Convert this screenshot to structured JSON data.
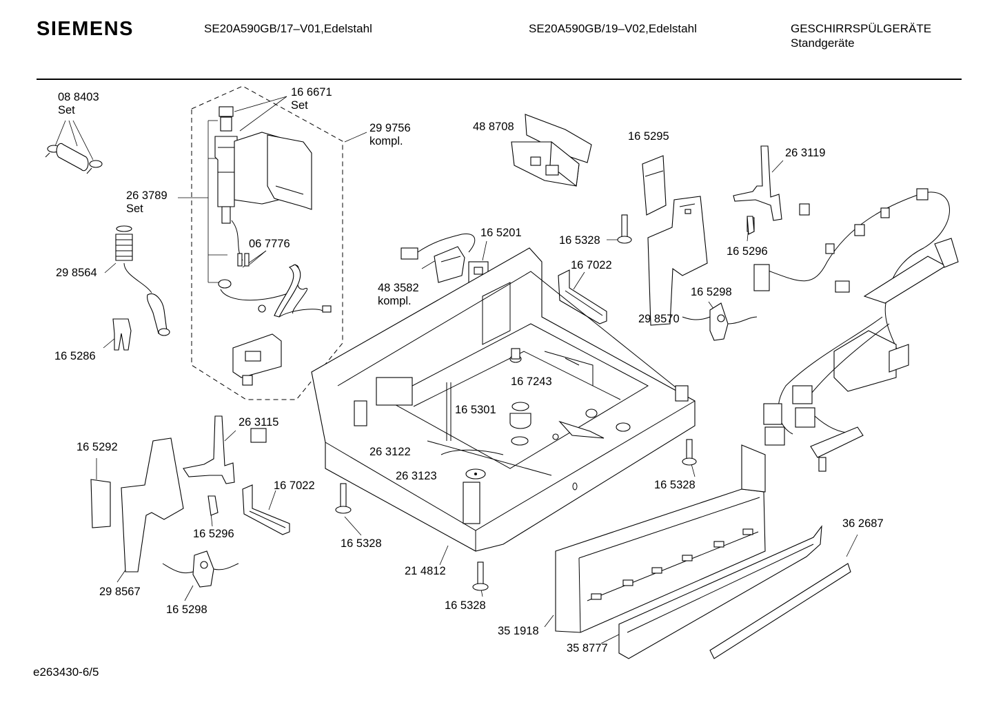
{
  "header": {
    "brand": "SIEMENS",
    "model_1": "SE20A590GB/17–V01,Edelstahl",
    "model_2": "SE20A590GB/19–V02,Edelstahl",
    "category": "GESCHIRRSPÜLGERÄTE",
    "subcategory": "Standgeräte"
  },
  "labels": {
    "p088403": "08 8403\nSet",
    "p166671": "16 6671\nSet",
    "p299756": "29 9756\nkompl.",
    "p488708": "48 8708",
    "p165295": "16 5295",
    "p263119": "26 3119",
    "p263789": "26 3789\nSet",
    "p067776": "06 7776",
    "p298564": "29 8564",
    "p165286": "16 5286",
    "p165201": "16 5201",
    "p483582": "48 3582\nkompl.",
    "p165328_a": "16 5328",
    "p167022_a": "16 7022",
    "p165296_a": "16 5296",
    "p165298_a": "16 5298",
    "p298570": "29 8570",
    "p167243": "16 7243",
    "p165301": "16 5301",
    "p263115": "26 3115",
    "p165292": "16 5292",
    "p263122": "26 3122",
    "p263123": "26 3123",
    "p167022_b": "16 7022",
    "p165296_b": "16 5296",
    "p165328_b": "16 5328",
    "p165328_c": "16 5328",
    "p298567": "29 8567",
    "p165298_b": "16 5298",
    "p214812": "21 4812",
    "p165328_d": "16 5328",
    "p362687": "36 2687",
    "p351918": "35 1918",
    "p358777": "35 8777"
  },
  "footer": {
    "doc_id": "e263430-6/5"
  }
}
